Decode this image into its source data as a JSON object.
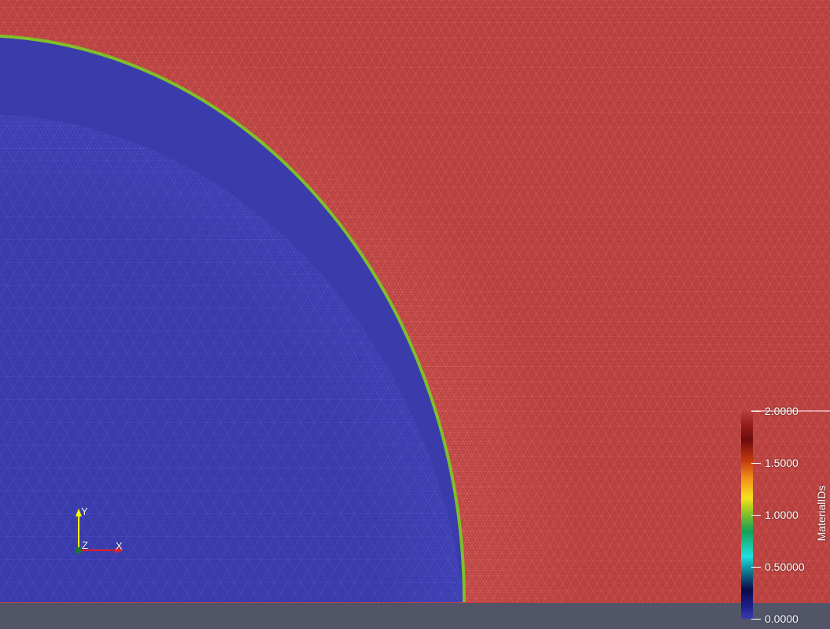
{
  "scalar_bar": {
    "title": "MaterialIDs",
    "ticks": [
      "2.0000",
      "1.5000",
      "1.0000",
      "0.50000",
      "0.0000"
    ],
    "range": [
      0,
      2
    ],
    "colormap": "Rainbow Uniform"
  },
  "orientation_axes": {
    "y_label": "Y",
    "z_label": "Z",
    "x_label": "X",
    "y_color": "#ffff00",
    "x_color": "#e0202a",
    "z_color": "#1a7a2a"
  },
  "materials": {
    "inner_color": "#3b3cac",
    "boundary_color": "#7fbf2a",
    "outer_color": "#b8413f",
    "background_color": "#525468"
  }
}
